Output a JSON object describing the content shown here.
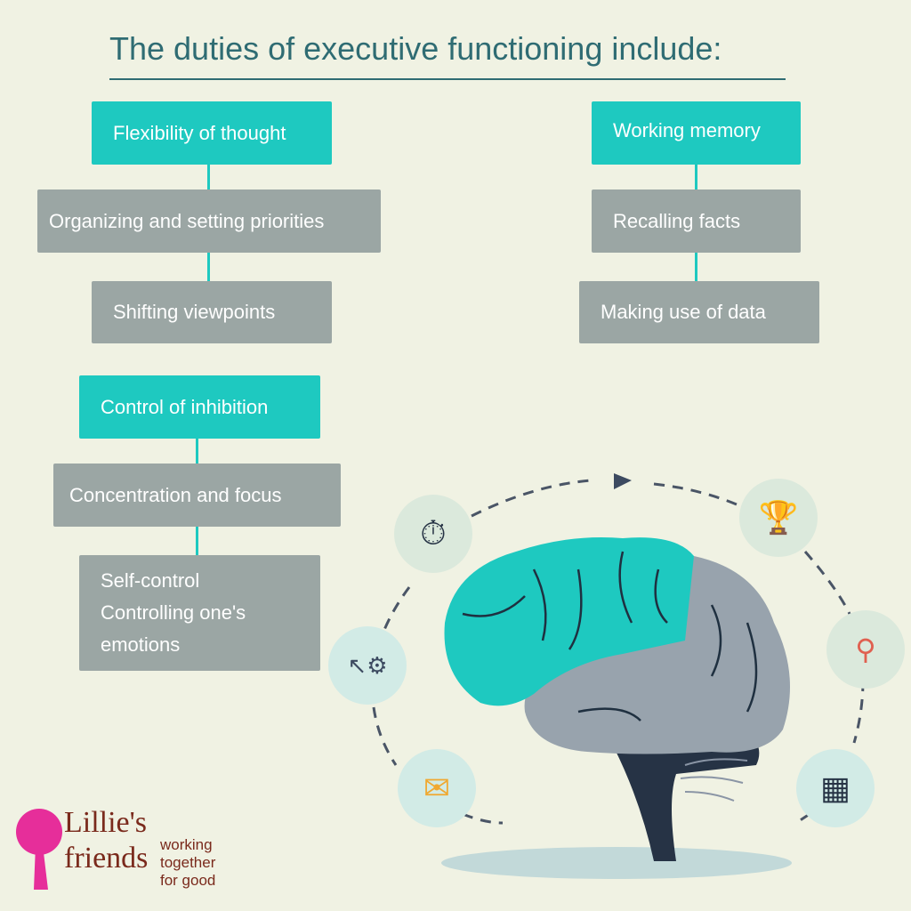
{
  "title": "The duties of executive functioning include:",
  "groups": [
    {
      "heading": "Flexibility of thought",
      "items": [
        "Organizing and setting priorities",
        "Shifting viewpoints"
      ]
    },
    {
      "heading": "Working memory",
      "items": [
        "Recalling facts",
        "Making use of data"
      ]
    },
    {
      "heading": "Control of inhibition",
      "items": [
        "Concentration and focus"
      ],
      "multi_item": [
        "Self-control",
        "Controlling one's",
        "emotions"
      ]
    }
  ],
  "logo": {
    "name_line1": "Lillie's",
    "name_line2": "friends",
    "tagline": [
      "working",
      "together",
      "for good"
    ]
  },
  "icons": [
    "stopwatch-icon",
    "cursor-gear-icon",
    "envelope-icon",
    "trophy-icon",
    "magnifier-icon",
    "calculator-icon"
  ],
  "colors": {
    "background": "#f0f2e3",
    "teal": "#1ec9c0",
    "gray": "#9ba6a4",
    "title": "#2f6c73"
  }
}
